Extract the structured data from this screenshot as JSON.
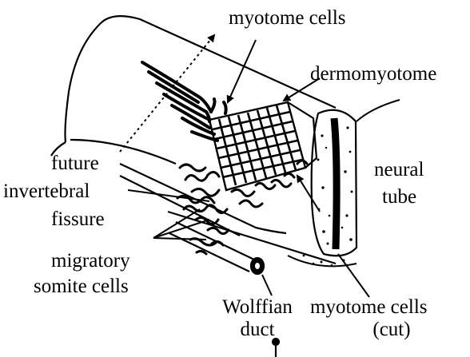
{
  "labels": {
    "myotome_cells_top": "myotome cells",
    "dermomyotome": "dermomyotome",
    "future": "future",
    "invertebral": "invertebral",
    "fissure": "fissure",
    "neural": "neural",
    "tube": "tube",
    "migratory": "migratory",
    "somite_cells": "somite cells",
    "wolffian": "Wolffian",
    "duct": "duct",
    "myotome_cells_bottom": "myotome cells",
    "cut": "(cut)"
  },
  "colors": {
    "ink": "#000000",
    "paper": "#ffffff"
  }
}
